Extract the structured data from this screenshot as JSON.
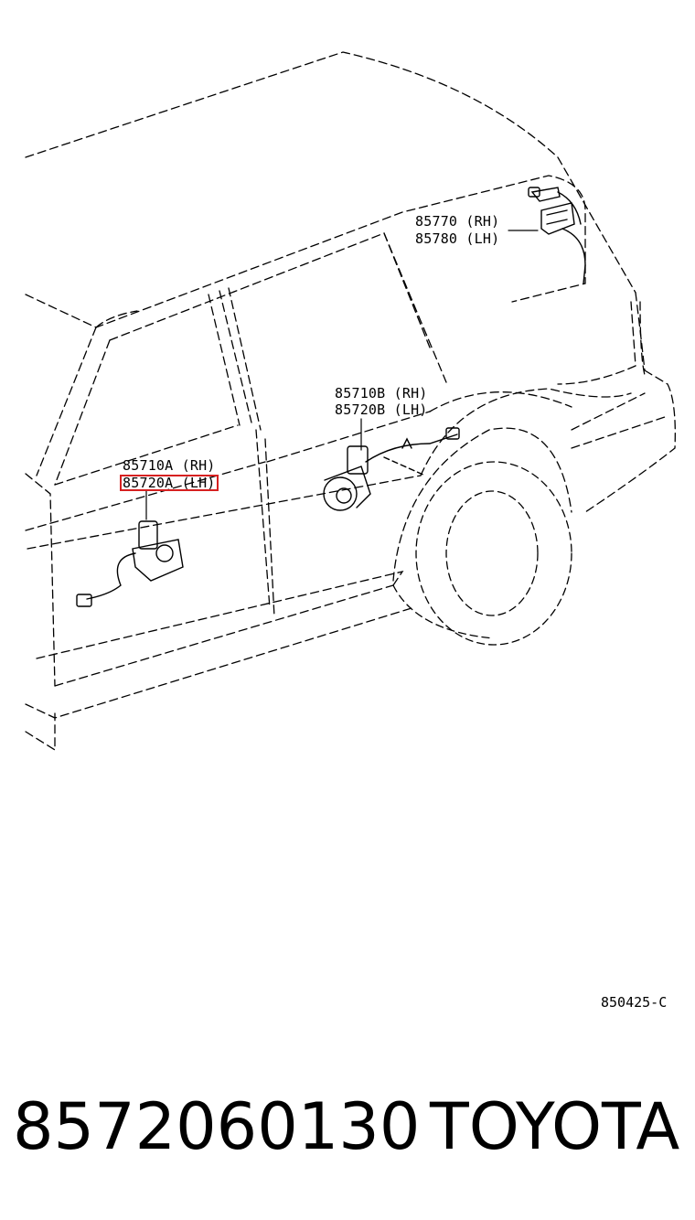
{
  "diagram": {
    "labels": {
      "upper_right_rh": "85770 (RH)",
      "upper_right_lh": "85780 (LH)",
      "center_rh": "85710B (RH)",
      "center_lh": "85720B (LH)",
      "left_rh": "85710A (RH)",
      "left_lh": "85720A (LH)"
    },
    "highlighted_label": "85720A (LH)",
    "highlight_color": "#d62020",
    "reference_code": "850425-C"
  },
  "footer": {
    "part_number": "8572060130",
    "brand": "TOYOTA"
  }
}
